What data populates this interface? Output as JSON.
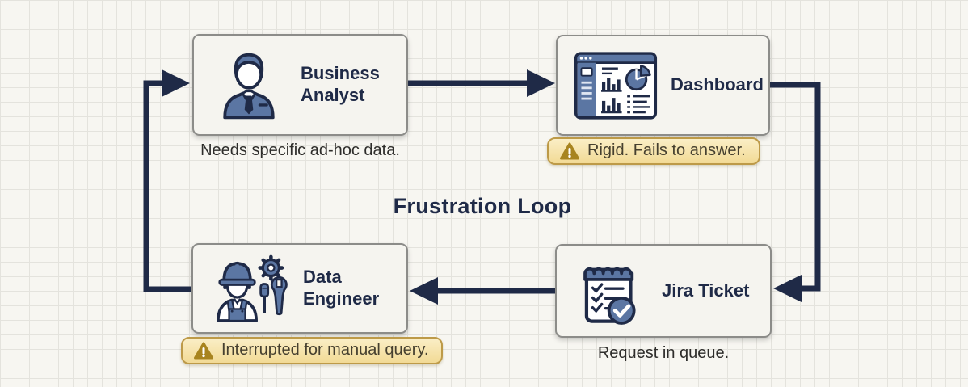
{
  "title": "Frustration Loop",
  "nodes": [
    {
      "id": "business-analyst",
      "label": "Business Analyst",
      "icon": "business-analyst-icon",
      "caption": "Needs specific ad-hoc data."
    },
    {
      "id": "dashboard",
      "label": "Dashboard",
      "icon": "dashboard-icon",
      "warning": "Rigid. Fails to answer."
    },
    {
      "id": "jira-ticket",
      "label": "Jira Ticket",
      "icon": "jira-ticket-icon",
      "caption": "Request in queue."
    },
    {
      "id": "data-engineer",
      "label": "Data Engineer",
      "icon": "data-engineer-icon",
      "warning": "Interrupted for manual query."
    }
  ],
  "edges": [
    {
      "from": "business-analyst",
      "to": "dashboard"
    },
    {
      "from": "dashboard",
      "to": "jira-ticket"
    },
    {
      "from": "jira-ticket",
      "to": "data-engineer"
    },
    {
      "from": "data-engineer",
      "to": "business-analyst"
    }
  ],
  "colors": {
    "arrow_navy": "#1f2a47",
    "icon_steel_blue": "#5b76a3",
    "badge_background": "#f8eabc",
    "badge_border": "#bd9a48",
    "warning_gold": "#a8841f",
    "box_background": "#f5f4ef",
    "box_border": "#8c8c89",
    "page_background": "#f7f6f1"
  }
}
